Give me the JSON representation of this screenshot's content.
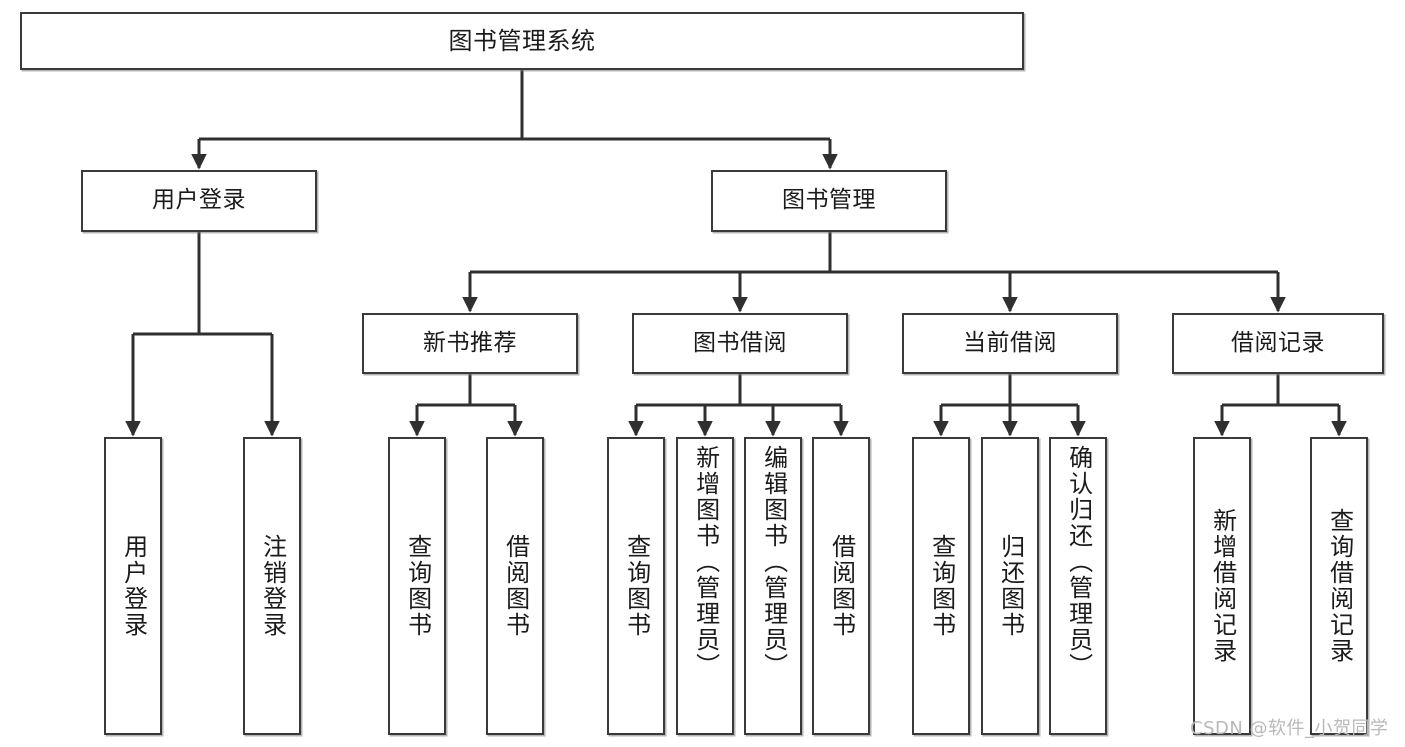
{
  "diagram": {
    "title": "图书管理系统",
    "type": "tree-hierarchy-chart",
    "orientation": "top-down",
    "colors": {
      "box_border": "#3a3a3a",
      "box_fill": "#ffffff",
      "edge": "#2f2f2f",
      "text": "#1b1b1b",
      "watermark": "#b9b9b9",
      "background": "#ffffff"
    }
  },
  "watermark": {
    "text": "CSDN @软件_小贺同学"
  },
  "nodes": {
    "root": {
      "label": "图书管理系统"
    },
    "level2": [
      {
        "id": "user-login",
        "label": "用户登录"
      },
      {
        "id": "book-management",
        "label": "图书管理"
      }
    ],
    "level3": [
      {
        "id": "new-book-recommend",
        "label": "新书推荐"
      },
      {
        "id": "book-borrow",
        "label": "图书借阅"
      },
      {
        "id": "current-borrow",
        "label": "当前借阅"
      },
      {
        "id": "borrow-record",
        "label": "借阅记录"
      }
    ],
    "leaves": {
      "user_login": [
        {
          "id": "leaf-user-login",
          "label": "用户登录"
        },
        {
          "id": "leaf-logout-login",
          "label": "注销登录"
        }
      ],
      "new_book_recommend": [
        {
          "id": "leaf-query-book-1",
          "label": "查询图书"
        },
        {
          "id": "leaf-borrow-book-1",
          "label": "借阅图书"
        }
      ],
      "book_borrow": [
        {
          "id": "leaf-query-book-2",
          "label": "查询图书"
        },
        {
          "id": "leaf-add-book-admin",
          "label": "新增图书（管理员）"
        },
        {
          "id": "leaf-edit-book-admin",
          "label": "编辑图书（管理员）"
        },
        {
          "id": "leaf-borrow-book-2",
          "label": "借阅图书"
        }
      ],
      "current_borrow": [
        {
          "id": "leaf-query-book-3",
          "label": "查询图书"
        },
        {
          "id": "leaf-return-book",
          "label": "归还图书"
        },
        {
          "id": "leaf-confirm-return-admin",
          "label": "确认归还（管理员）"
        }
      ],
      "borrow_record": [
        {
          "id": "leaf-add-borrow-record",
          "label": "新增借阅记录"
        },
        {
          "id": "leaf-query-borrow-record",
          "label": "查询借阅记录"
        }
      ]
    }
  }
}
